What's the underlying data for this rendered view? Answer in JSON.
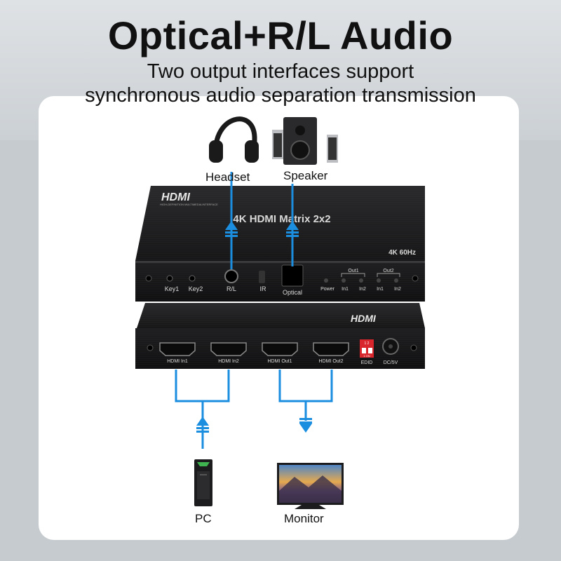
{
  "header": {
    "title": "Optical+R/L Audio",
    "subtitle_line1": "Two output interfaces support",
    "subtitle_line2": "synchronous audio separation transmission"
  },
  "devices": {
    "headset": "Headset",
    "speaker": "Speaker",
    "pc": "PC",
    "monitor": "Monitor"
  },
  "matrix_front": {
    "brand": "HDMI",
    "brand_small": "HIGH-DEFINITION MULTIMEDIA INTERFACE",
    "model": "4K HDMI Matrix 2x2",
    "resolution": "4K 60Hz",
    "key1": "Key1",
    "key2": "Key2",
    "rl": "R/L",
    "ir": "IR",
    "optical": "Optical",
    "power": "Power",
    "out1": "Out1",
    "out2": "Out2",
    "in1_a": "In1",
    "in2_a": "In2",
    "in1_b": "In1",
    "in2_b": "In2"
  },
  "matrix_back": {
    "brand": "HDMI",
    "hdmi_in1": "HDMI In1",
    "hdmi_in2": "HDMI In2",
    "hdmi_out1": "HDMI Out1",
    "hdmi_out2": "HDMI Out2",
    "edid": "EDID",
    "dip": "1 2",
    "dip_on": "1 ON",
    "dc": "DC/5V"
  },
  "colors": {
    "accent_blue": "#1b8ee0",
    "device_black": "#1c1c1e",
    "background": "#c6cbcf"
  }
}
